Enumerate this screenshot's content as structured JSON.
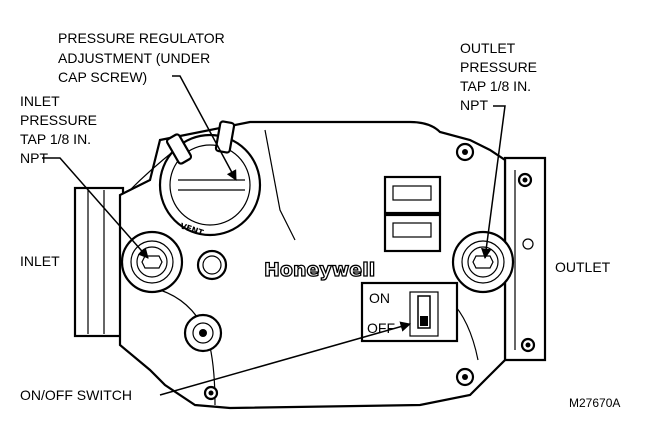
{
  "labels": {
    "pressure_regulator": [
      "PRESSURE REGULATOR",
      "ADJUSTMENT (UNDER",
      "CAP SCREW)"
    ],
    "inlet_pressure_tap": [
      "INLET",
      "PRESSURE",
      "TAP 1/8 IN.",
      "NPT"
    ],
    "outlet_pressure_tap": [
      "OUTLET",
      "PRESSURE",
      "TAP 1/8 IN.",
      "NPT"
    ],
    "inlet": "INLET",
    "outlet": "OUTLET",
    "on_off_switch": "ON/OFF SWITCH",
    "figure_id": "M27670A"
  },
  "valve": {
    "brand": "Honeywell",
    "vent_label": "VENT",
    "switch_on": "ON",
    "switch_off": "OFF"
  }
}
